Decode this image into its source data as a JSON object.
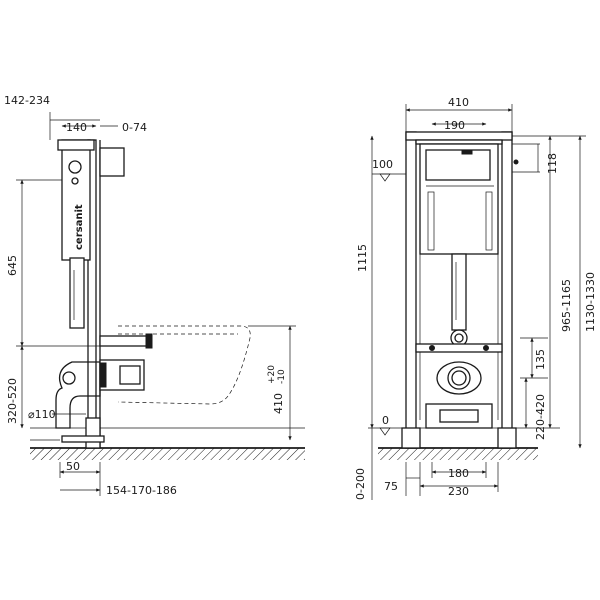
{
  "side_view": {
    "brand": "cersanit",
    "dims": {
      "top_range": "142-234",
      "frame_depth": "140",
      "offset": "0-74",
      "height_645": "645",
      "height_range": "320-520",
      "pipe_dia": "⌀110",
      "bowl_height": "410",
      "tol_plus": "+20",
      "tol_minus": "-10",
      "foot_width": "50",
      "depth_range": "154-170-186"
    }
  },
  "front_view": {
    "dims": {
      "width_total": "410",
      "width_inner": "190",
      "level_100": "100",
      "offset_118": "118",
      "height_1115": "1115",
      "range_965": "965-1165",
      "range_1130": "1130-1330",
      "dim_135": "135",
      "range_220": "220-420",
      "zero_level": "0",
      "floor_range": "0-200",
      "foot_75": "75",
      "bolt_180": "180",
      "bolt_230": "230"
    }
  },
  "colors": {
    "line": "#1a1a1a",
    "background": "#ffffff",
    "hatch": "#1a1a1a"
  }
}
